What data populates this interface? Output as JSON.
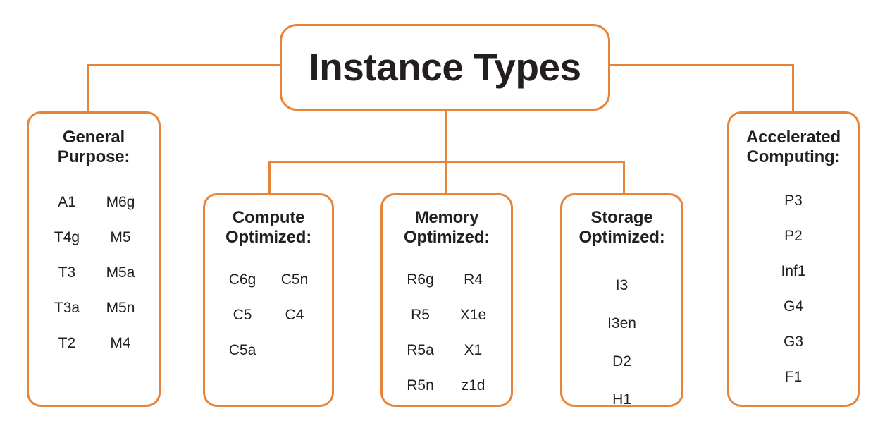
{
  "diagram": {
    "root": {
      "label": "Instance Types"
    },
    "accent_color": "#e8833a",
    "text_color": "#231f20",
    "background_color": "#ffffff",
    "categories": [
      {
        "id": "general-purpose",
        "title": "General\nPurpose:",
        "columns": 2,
        "items": [
          "A1",
          "M6g",
          "T4g",
          "M5",
          "T3",
          "M5a",
          "T3a",
          "M5n",
          "T2",
          "M4"
        ]
      },
      {
        "id": "compute-optimized",
        "title": "Compute\nOptimized:",
        "columns": 2,
        "items": [
          "C6g",
          "C5n",
          "C5",
          "C4",
          "C5a",
          ""
        ]
      },
      {
        "id": "memory-optimized",
        "title": "Memory\nOptimized:",
        "columns": 2,
        "items": [
          "R6g",
          "R4",
          "R5",
          "X1e",
          "R5a",
          "X1",
          "R5n",
          "z1d"
        ]
      },
      {
        "id": "storage-optimized",
        "title": "Storage\nOptimized:",
        "columns": 1,
        "items": [
          "I3",
          "I3en",
          "D2",
          "H1"
        ]
      },
      {
        "id": "accelerated-computing",
        "title": "Accelerated\nComputing:",
        "columns": 1,
        "items": [
          "P3",
          "P2",
          "Inf1",
          "G4",
          "G3",
          "F1"
        ]
      }
    ]
  }
}
